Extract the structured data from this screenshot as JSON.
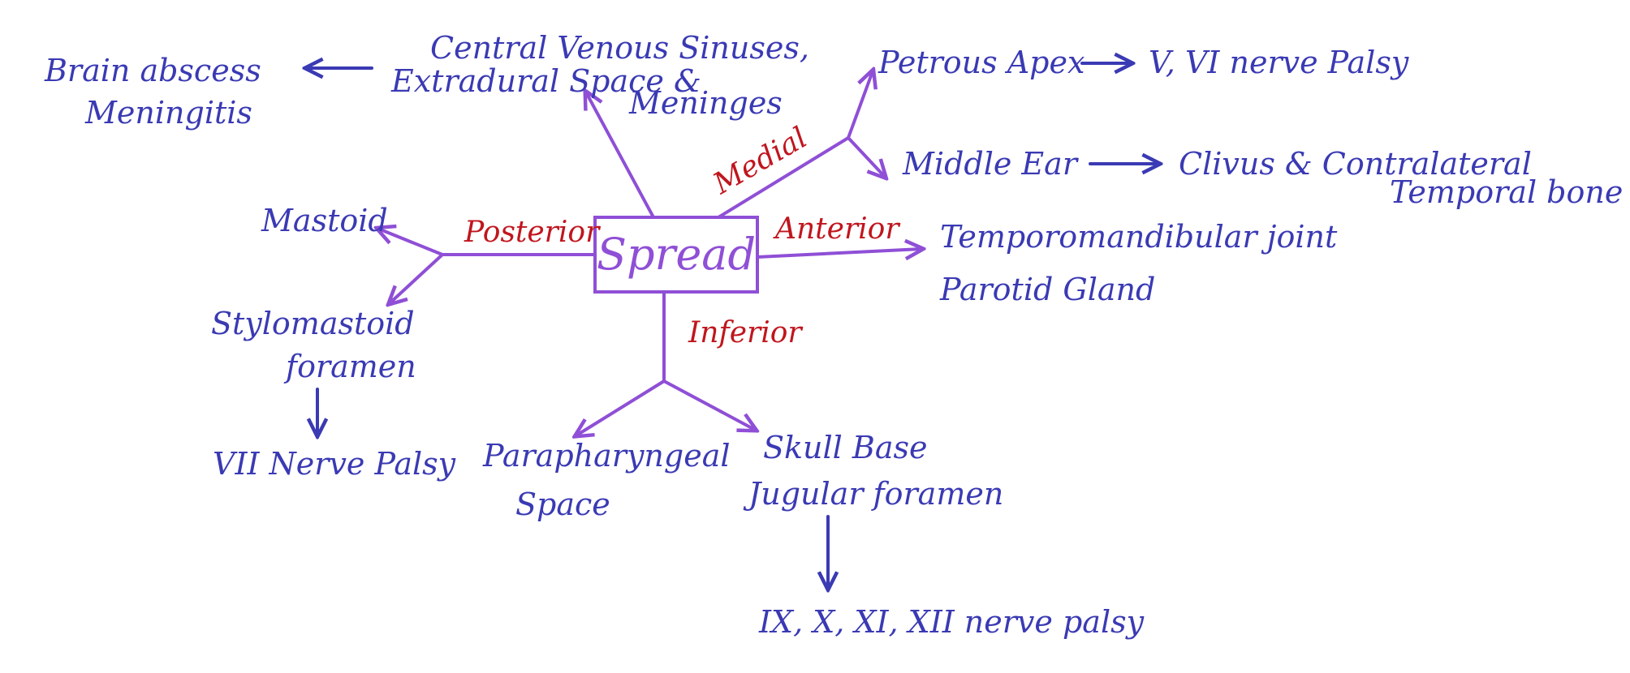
{
  "center": "Spread",
  "directions": {
    "posterior": "Posterior",
    "anterior": "Anterior",
    "medial": "Medial",
    "inferior": "Inferior"
  },
  "nodes": {
    "brain_abscess": "Brain abscess",
    "meningitis": "Meningitis",
    "sinuses_1": "Central Venous Sinuses,",
    "sinuses_2": "Extradural Space &",
    "sinuses_3": "Meninges",
    "petrous_apex": "Petrous Apex",
    "nerve_v_vi": "V, VI nerve Palsy",
    "middle_ear": "Middle Ear",
    "clivus_1": "Clivus & Contralateral",
    "clivus_2": "Temporal bone",
    "mastoid": "Mastoid",
    "stylomastoid_1": "Stylomastoid",
    "stylomastoid_2": "foramen",
    "vii_palsy": "VII Nerve Palsy",
    "tmj": "Temporomandibular joint",
    "parotid": "Parotid Gland",
    "parapharyngeal_1": "Parapharyngeal",
    "parapharyngeal_2": "Space",
    "skull_base_1": "Skull Base",
    "skull_base_2": "Jugular foramen",
    "lower_cn_palsy": "IX, X, XI, XII nerve palsy"
  },
  "colors": {
    "node_text": "#3a3ab4",
    "direction_text": "#c0161e",
    "arrows_and_center": "#8f4fd6"
  }
}
